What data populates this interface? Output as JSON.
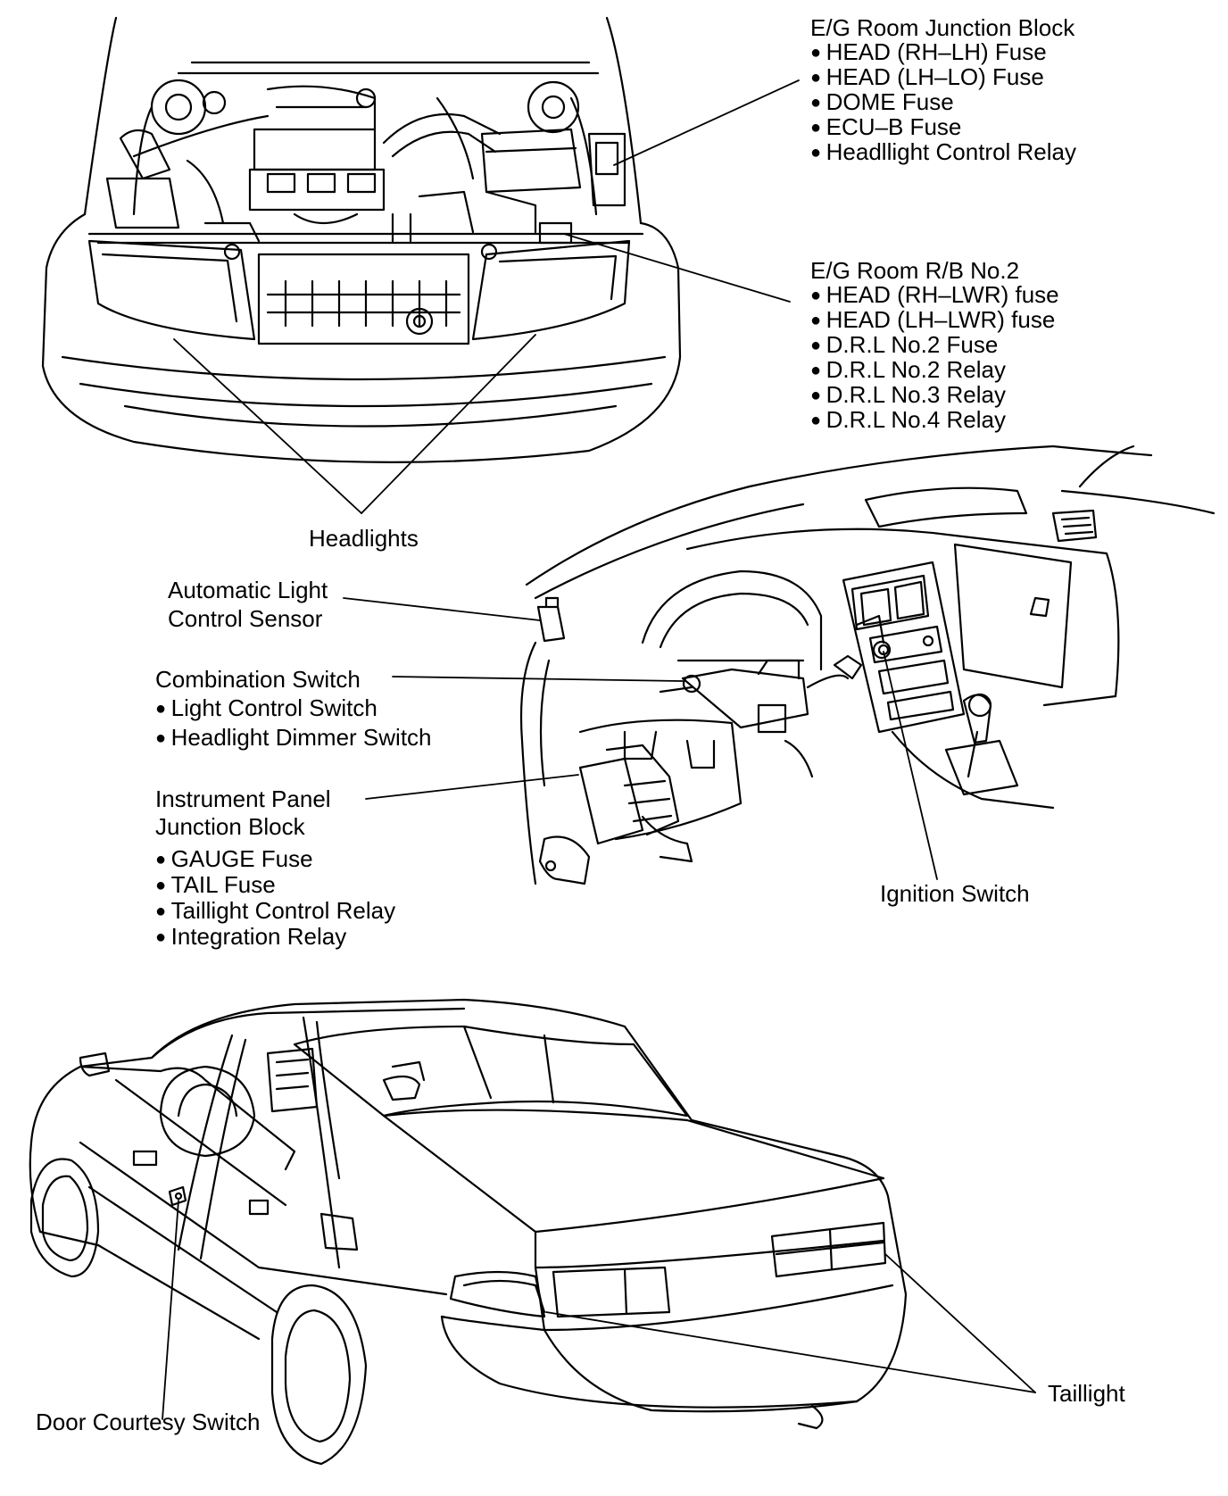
{
  "eg_junction_block": {
    "title": "E/G Room Junction Block",
    "items": [
      "HEAD (RH–LH) Fuse",
      "HEAD (LH–LO) Fuse",
      "DOME Fuse",
      "ECU–B Fuse",
      "Headllight Control Relay"
    ]
  },
  "eg_rb_no2": {
    "title": "E/G Room R/B No.2",
    "items": [
      "HEAD (RH–LWR) fuse",
      "HEAD (LH–LWR) fuse",
      "D.R.L No.2 Fuse",
      "D.R.L No.2 Relay",
      "D.R.L No.3 Relay",
      "D.R.L No.4 Relay"
    ]
  },
  "headlights": {
    "label": "Headlights"
  },
  "auto_light_sensor": {
    "lines": [
      "Automatic Light",
      "Control Sensor"
    ]
  },
  "combination_switch": {
    "title": "Combination Switch",
    "items": [
      "Light Control Switch",
      "Headlight Dimmer Switch"
    ]
  },
  "ip_junction_block": {
    "lines": [
      "Instrument Panel",
      "Junction Block"
    ],
    "items": [
      "GAUGE Fuse",
      "TAIL Fuse",
      "Taillight Control Relay",
      "Integration Relay"
    ]
  },
  "ignition_switch": {
    "label": "Ignition Switch"
  },
  "door_courtesy_switch": {
    "label": "Door Courtesy Switch"
  },
  "taillight": {
    "label": "Taillight"
  }
}
